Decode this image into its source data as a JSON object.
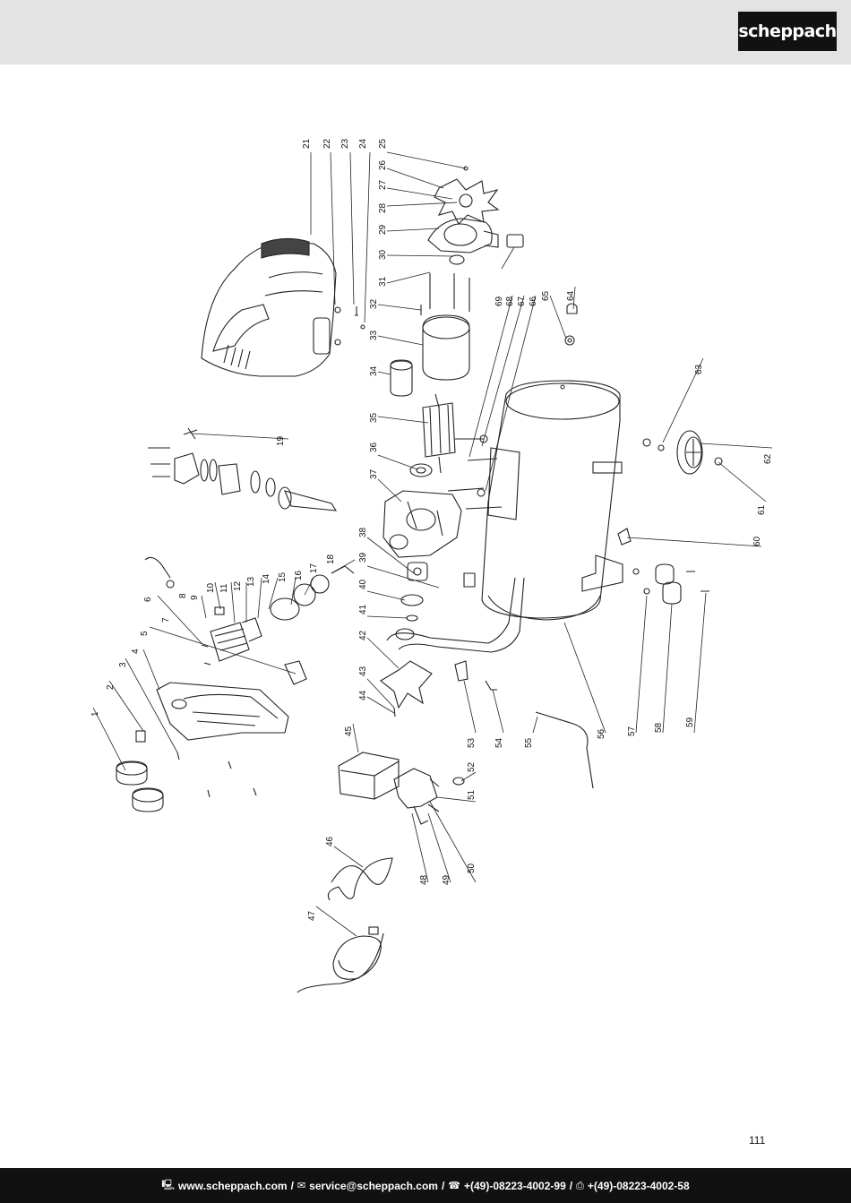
{
  "header": {
    "brand": "scheppach"
  },
  "diagram": {
    "callouts": [
      "1",
      "2",
      "3",
      "4",
      "5",
      "6",
      "7",
      "8",
      "9",
      "10",
      "11",
      "12",
      "13",
      "14",
      "15",
      "16",
      "17",
      "18",
      "19",
      "21",
      "22",
      "23",
      "24",
      "25",
      "26",
      "27",
      "28",
      "29",
      "30",
      "31",
      "32",
      "33",
      "34",
      "35",
      "36",
      "37",
      "38",
      "39",
      "40",
      "41",
      "42",
      "43",
      "44",
      "45",
      "46",
      "47",
      "48",
      "49",
      "50",
      "51",
      "52",
      "53",
      "54",
      "55",
      "56",
      "57",
      "58",
      "59",
      "60",
      "61",
      "62",
      "63",
      "64",
      "65",
      "66",
      "67",
      "68",
      "69"
    ]
  },
  "page_number": "111",
  "footer": {
    "web": "www.scheppach.com",
    "email": "service@scheppach.com",
    "phone": "+(49)-08223-4002-99",
    "fax": "+(49)-08223-4002-58",
    "separator": "/",
    "icons": [
      "computer-icon",
      "mail-icon",
      "phone-icon",
      "fax-icon"
    ]
  }
}
